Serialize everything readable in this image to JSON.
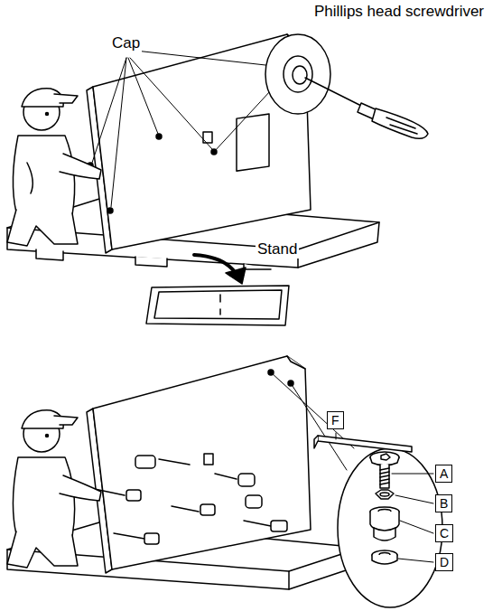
{
  "diagram": {
    "nodes": [
      {
        "text": [
          "F"
        ]
      },
      {
        "text": [
          "A"
        ]
      },
      {
        "text": [
          "B"
        ]
      },
      {
        "text": [
          "C"
        ]
      },
      {
        "text": [
          "D"
        ]
      }
    ],
    "labels": [
      "Phillips head screwdriver",
      "Cap",
      "Stand"
    ]
  }
}
